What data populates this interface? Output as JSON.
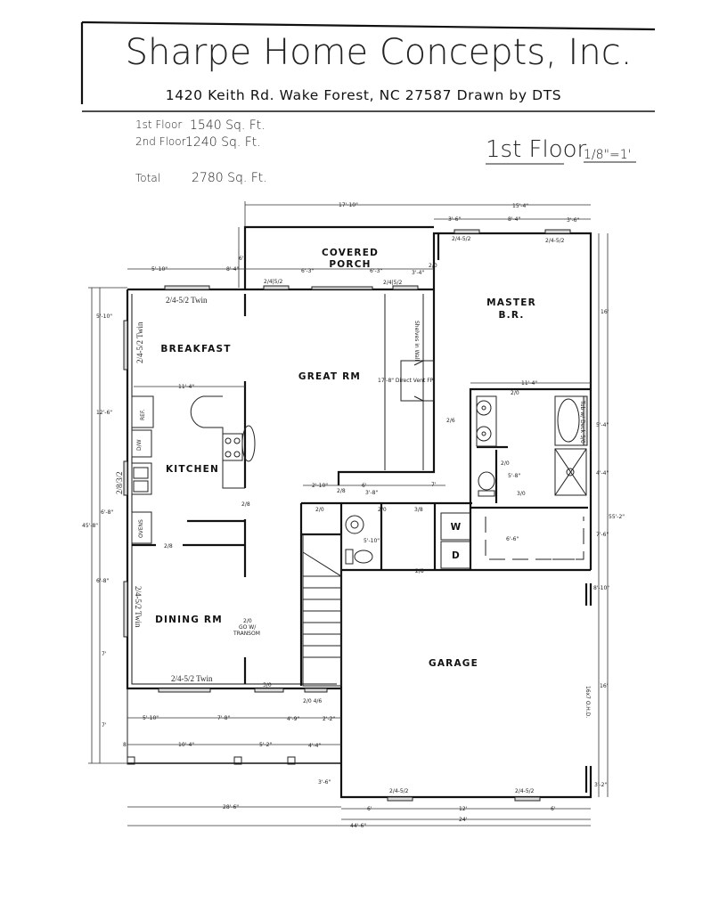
{
  "title": {
    "company": "Sharpe Home Concepts, Inc.",
    "address": "1420 Keith Rd. Wake Forest, NC 27587 Drawn by DTS"
  },
  "areas": {
    "first_label": "1st Floor",
    "first_value": "1540 Sq. Ft.",
    "second_label": "2nd Floor",
    "second_value": "1240 Sq. Ft.",
    "total_label": "Total",
    "total_value": "2780 Sq. Ft."
  },
  "sheet": {
    "floor": "1st Floor",
    "scale": "1/8\"=1'"
  },
  "rooms": {
    "porch1": "COVERED",
    "porch2": "PORCH",
    "master1": "MASTER",
    "master2": "B.R.",
    "breakfast": "BREAKFAST",
    "great": "GREAT RM",
    "kitchen": "KITCHEN",
    "dining": "DINING RM",
    "garage": "GARAGE",
    "washer": "W",
    "dryer": "D"
  },
  "dims": [
    "17'-10\"",
    "15'-4\"",
    "3'-6\"",
    "8'-4\"",
    "3'-6\"",
    "6'",
    "5'-10\"",
    "8'-4\"",
    "6'-3\"",
    "6'-3\"",
    "3'-4\"",
    "2/0",
    "2/4-5/2",
    "2/4-5/2",
    "2/4|5/2",
    "2/4|5/2",
    "2/4-5/2 Twin",
    "5'-10\"",
    "12'-6\"",
    "6'-8\"",
    "45'-8\"",
    "6'-8\"",
    "7'",
    "7'",
    "11'-4\"",
    "2/8",
    "2/8",
    "17'-8\" Direct Vent FP",
    "2/6",
    "2'-10\"",
    "2/8",
    "6'",
    "3'-8\"",
    "7'",
    "2/0",
    "2/0",
    "3/8",
    "5'-10\"",
    "2/8",
    "11'-4\"",
    "2/0",
    "2/0",
    "5'-8\"",
    "3/0",
    "6'-6\"",
    "16'",
    "5'-4\"",
    "4'-4\"",
    "55'-2\"",
    "7'-6\"",
    "8'-10\"",
    "16'",
    "3'-2\"",
    "2/0",
    "GO W/",
    "TRANSOM",
    "2/4-5/2 Twin",
    "3/0",
    "2/0 4/6",
    "5'-10\"",
    "7'-8\"",
    "4'-9\"",
    "2'-2\"",
    "8'",
    "10'-4\"",
    "5'-2\"",
    "4'-4\"",
    "3'-6\"",
    "2/4-5/2",
    "2/4-5/2",
    "28'-6\"",
    "6'",
    "12'",
    "6'",
    "24'",
    "44'-6\""
  ],
  "vertical_labels": {
    "breakfast_win": "2/4-5/2 Twin",
    "kitchen_win": "2/8/3/2",
    "dining_win": "2/4-5/2 Twin",
    "ref": "REF.",
    "dw": "D/W",
    "ovens": "OVENS",
    "shelves": "Shelves in Wall",
    "tub": "Tub w/ Deck 5/0",
    "garage_door": "16x7 O.H.D."
  }
}
